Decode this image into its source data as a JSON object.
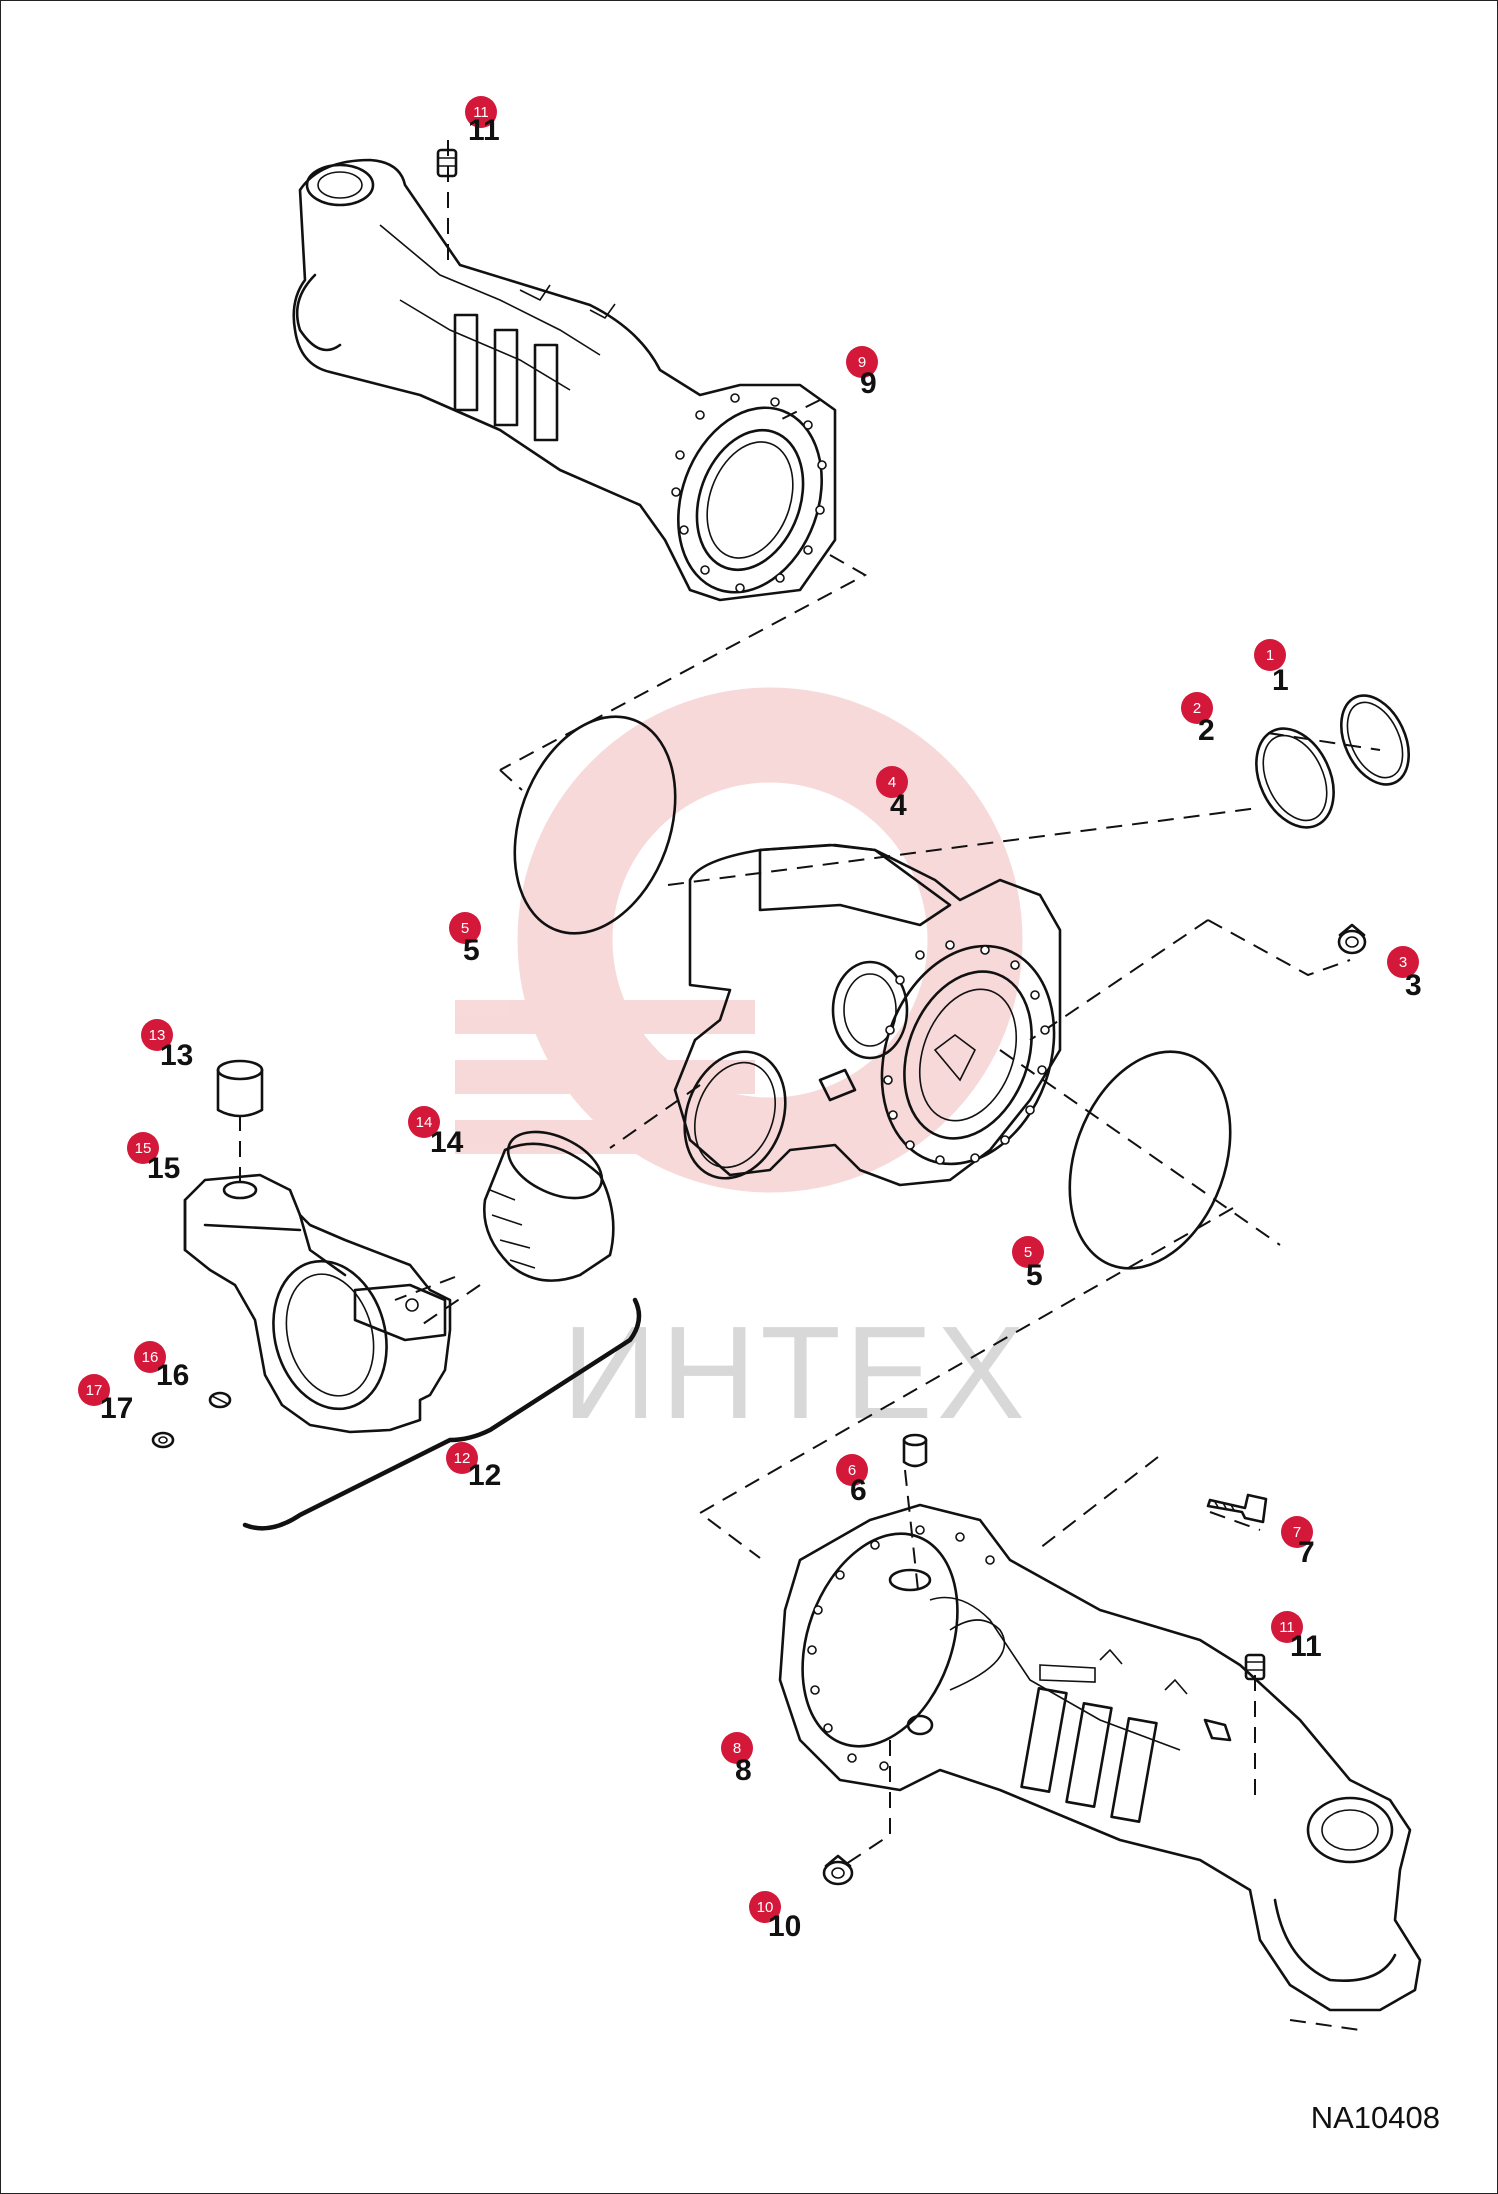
{
  "watermark": {
    "text": "ИНТЕХ",
    "logo": "gear-logo-icon",
    "color": "#f2b9b9"
  },
  "drawing_code": "NA10408",
  "badge_color": "#d3183a",
  "callouts": [
    {
      "id": "c11a",
      "num": "11",
      "label": "11"
    },
    {
      "id": "c9",
      "num": "9",
      "label": "9"
    },
    {
      "id": "c1",
      "num": "1",
      "label": "1"
    },
    {
      "id": "c2",
      "num": "2",
      "label": "2"
    },
    {
      "id": "c4",
      "num": "4",
      "label": "4"
    },
    {
      "id": "c5a",
      "num": "5",
      "label": "5"
    },
    {
      "id": "c3",
      "num": "3",
      "label": "3"
    },
    {
      "id": "c13",
      "num": "13",
      "label": "13"
    },
    {
      "id": "c14",
      "num": "14",
      "label": "14"
    },
    {
      "id": "c15",
      "num": "15",
      "label": "15"
    },
    {
      "id": "c5b",
      "num": "5",
      "label": "5"
    },
    {
      "id": "c16",
      "num": "16",
      "label": "16"
    },
    {
      "id": "c17",
      "num": "17",
      "label": "17"
    },
    {
      "id": "c12",
      "num": "12",
      "label": "12"
    },
    {
      "id": "c6",
      "num": "6",
      "label": "6"
    },
    {
      "id": "c7",
      "num": "7",
      "label": "7"
    },
    {
      "id": "c11b",
      "num": "11",
      "label": "11"
    },
    {
      "id": "c8",
      "num": "8",
      "label": "8"
    },
    {
      "id": "c10",
      "num": "10",
      "label": "10"
    }
  ]
}
